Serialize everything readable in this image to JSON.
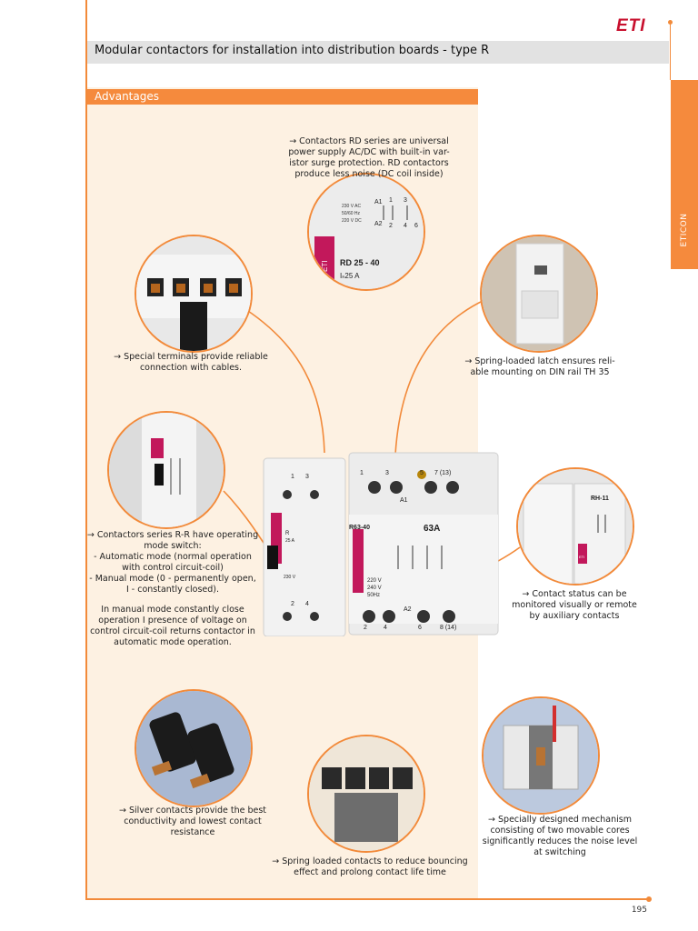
{
  "brand": {
    "logo_text": "ETI"
  },
  "header": {
    "title": "Modular contactors for installation into distribution boards - type R"
  },
  "side_tab": {
    "label": "ETICON"
  },
  "section": {
    "title": "Advantages"
  },
  "features": [
    {
      "id": "rd-series",
      "lines": [
        "→ Contactors RD series are universal",
        "power supply AC/DC with built-in var-",
        "istor surge protection. RD contactors",
        "produce less noise (DC coil inside)"
      ]
    },
    {
      "id": "terminals",
      "lines": [
        "→ Special terminals provide reliable",
        "connection with cables."
      ]
    },
    {
      "id": "latch",
      "lines": [
        "→ Spring-loaded latch ensures reli-",
        "able mounting on DIN rail TH 35"
      ]
    },
    {
      "id": "mode-switch",
      "lines": [
        "→ Contactors series R-R have operating",
        "mode switch:",
        "- Automatic mode (normal operation",
        "with control circuit-coil)",
        "- Manual mode (0 - permanently open,",
        "I - constantly closed)."
      ]
    },
    {
      "id": "manual-note",
      "lines": [
        "In manual mode constantly close",
        "operation I presence of voltage on",
        "control circuit-coil returns contactor in",
        "automatic mode operation."
      ]
    },
    {
      "id": "contact-status",
      "lines": [
        "→ Contact status can be",
        "monitored visually or remote",
        "by auxiliary contacts"
      ]
    },
    {
      "id": "silver",
      "lines": [
        "→ Silver contacts provide the best",
        "conductivity and lowest contact",
        "resistance"
      ]
    },
    {
      "id": "mechanism",
      "lines": [
        "→ Specially designed mechanism",
        "consisting of two movable cores",
        "significantly reduces the noise level",
        "at switching"
      ]
    },
    {
      "id": "spring-contacts",
      "lines": [
        "→ Spring loaded contacts to reduce bouncing",
        "effect and prolong contact life time"
      ]
    }
  ],
  "product_labels": {
    "small_model": "R",
    "small_current": "25 A",
    "small_voltage": "230 V",
    "large_model": "R63-40",
    "large_current": "63A",
    "large_terminals_top": [
      "1",
      "3",
      "5",
      "7 (13)"
    ],
    "large_a1": "A1",
    "large_terminals_bottom": [
      "2",
      "4",
      "6",
      "8 (14)"
    ],
    "large_a2": "A2",
    "large_voltages": [
      "220 V",
      "240 V",
      "50Hz"
    ],
    "small_terminals_top": [
      "1",
      "3"
    ],
    "small_terminals_bottom": [
      "2",
      "4"
    ]
  },
  "zoom_labels": {
    "rd_model": "RD 25 - 40",
    "rd_current": "Iₙ25 A",
    "rd_voltage": [
      "230 V AC",
      "50/60 Hz",
      "220 V DC"
    ],
    "rd_terminals": [
      "A1",
      "1",
      "3",
      "A2",
      "2",
      "4",
      "6"
    ],
    "rd_brand": "ETI",
    "aux_label": "RH-11",
    "aux_brand": "ETI"
  },
  "page": {
    "number": "195"
  },
  "colors": {
    "accent": "#f28a3a",
    "brand": "#c8102e",
    "header_bg": "#e2e2e2",
    "content_bg": "#fdf1e2"
  }
}
